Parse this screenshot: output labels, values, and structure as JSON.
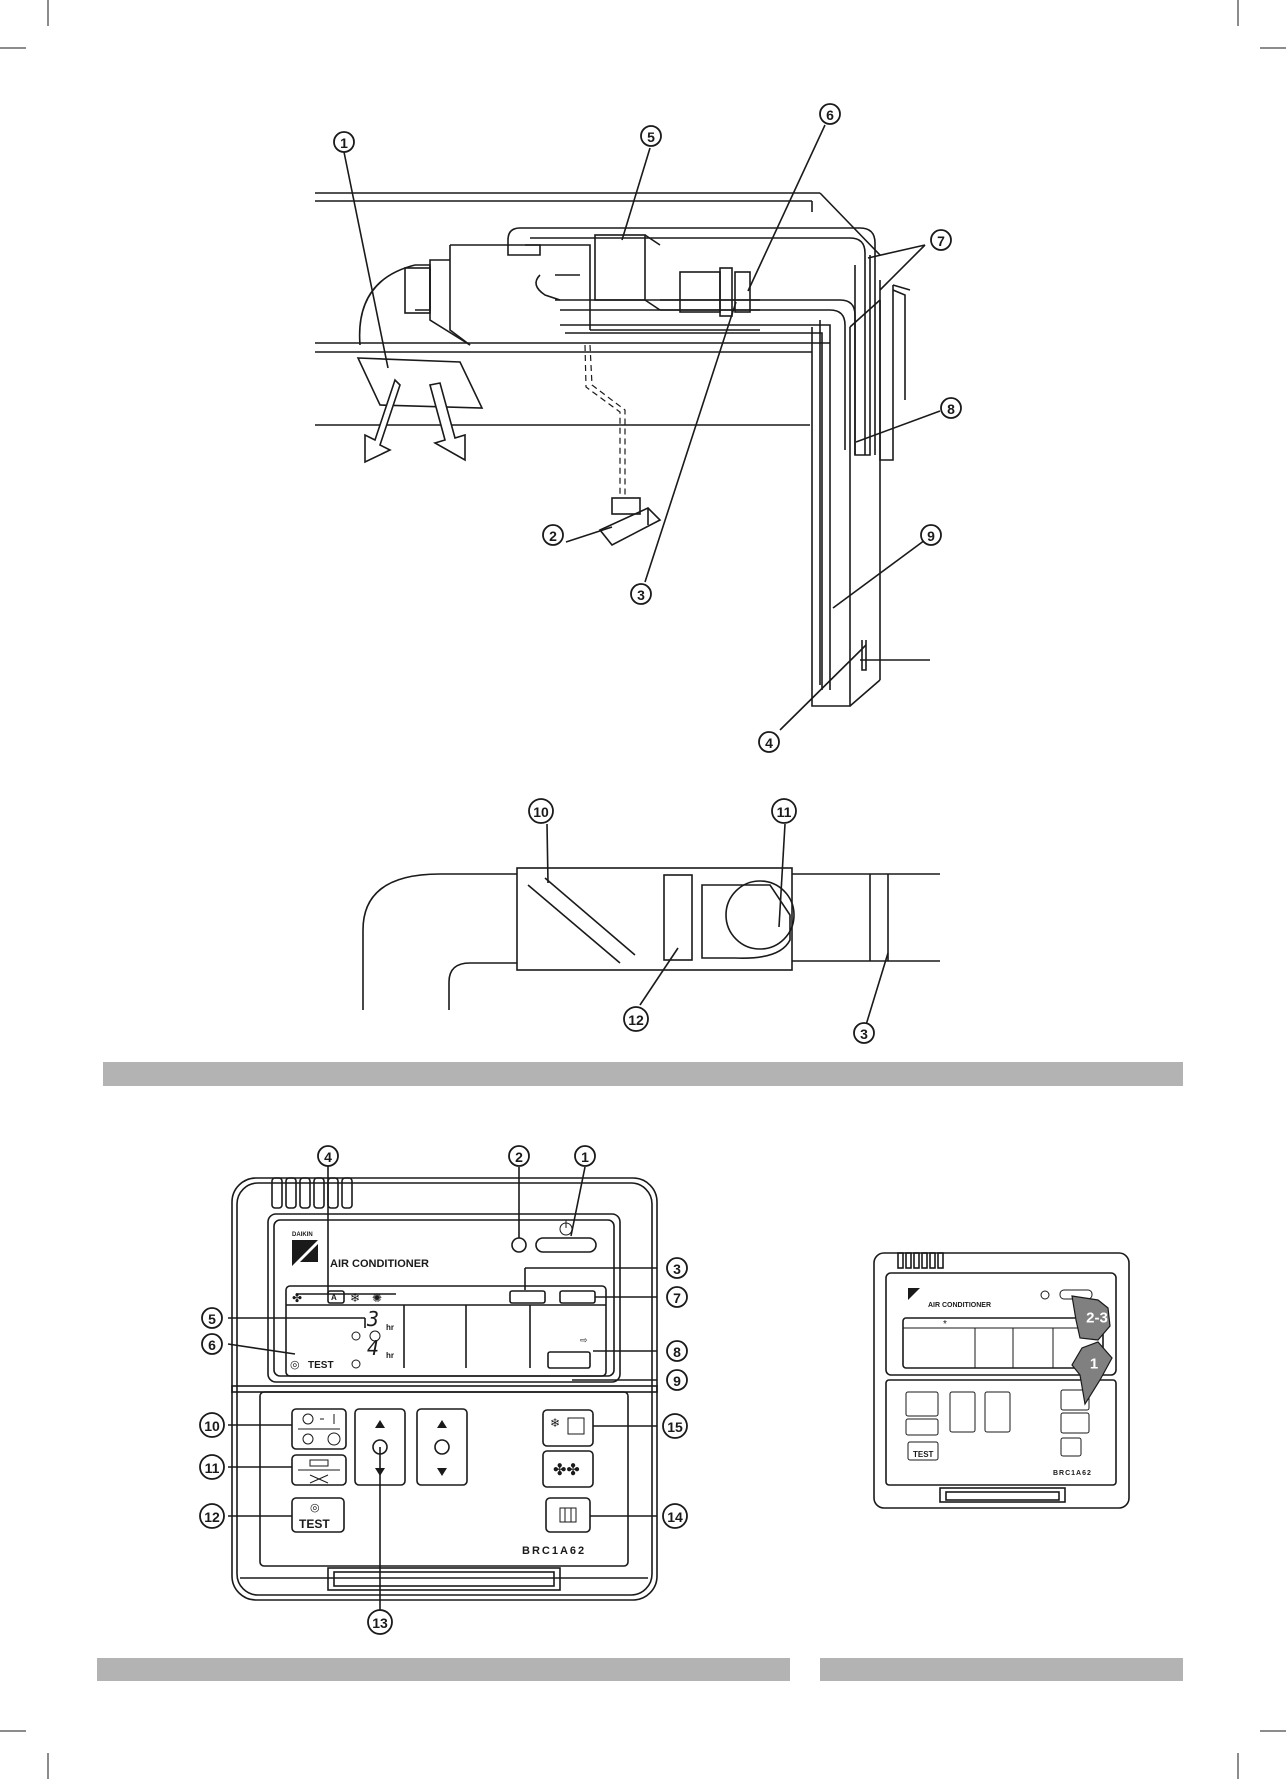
{
  "callouts": {
    "fig1": [
      "1",
      "2",
      "3",
      "4",
      "5",
      "6",
      "7",
      "8",
      "9"
    ],
    "fig2": [
      "10",
      "11",
      "12",
      "3"
    ],
    "fig3": [
      "1",
      "2",
      "3",
      "4",
      "5",
      "6",
      "7",
      "8",
      "9",
      "10",
      "11",
      "12",
      "13",
      "14",
      "15"
    ],
    "fig4_steps": [
      "2-3",
      "1"
    ]
  },
  "remote": {
    "brand": "DAIKIN",
    "title": "AIR CONDITIONER",
    "model": "BRC1A62",
    "test_label": "TEST",
    "timer_digit_1": "3",
    "timer_digit_2": "4",
    "timer_unit": "hr"
  },
  "remote_small": {
    "title": "AIR CONDITIONER",
    "model": "BRC1A62",
    "test_label": "TEST"
  },
  "colors": {
    "band": "#b3b3b3",
    "line": "#1a1a1a",
    "step_marker": "#808080"
  }
}
